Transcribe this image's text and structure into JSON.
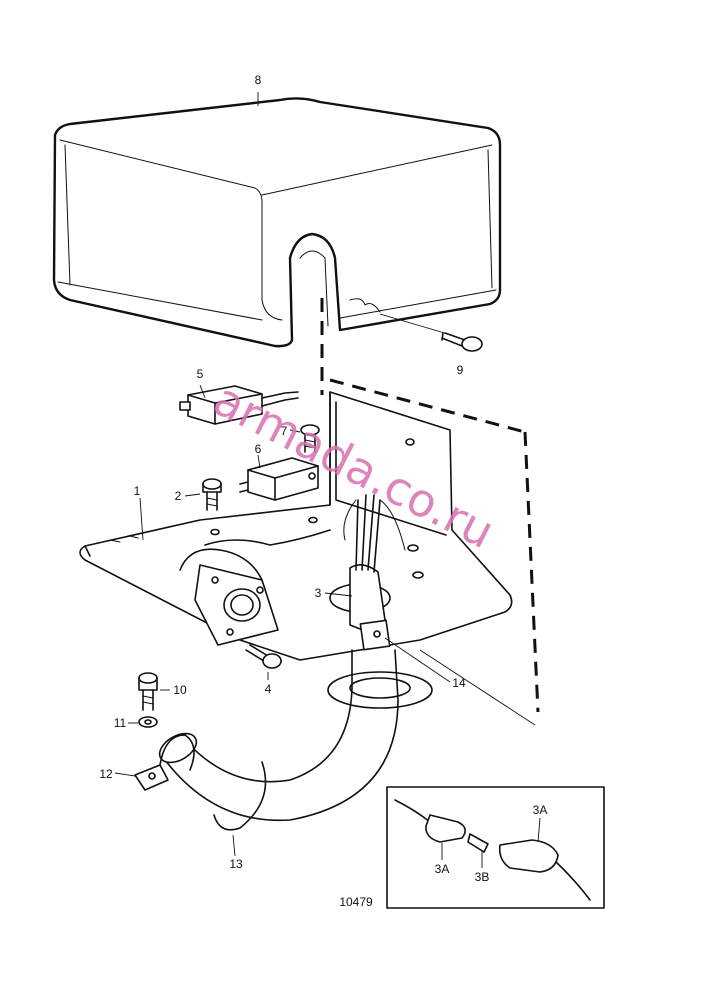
{
  "diagram": {
    "drawing_number": "10479",
    "watermark": "armada.co.ru",
    "callouts": {
      "c1": "1",
      "c2": "2",
      "c3": "3",
      "c4": "4",
      "c5": "5",
      "c6": "6",
      "c7": "7",
      "c8": "8",
      "c9": "9",
      "c10": "10",
      "c11": "11",
      "c12": "12",
      "c13": "13",
      "c14": "14"
    },
    "detail_inset": {
      "left_connector": "3A",
      "pin": "3B",
      "right_connector": "3A"
    }
  }
}
